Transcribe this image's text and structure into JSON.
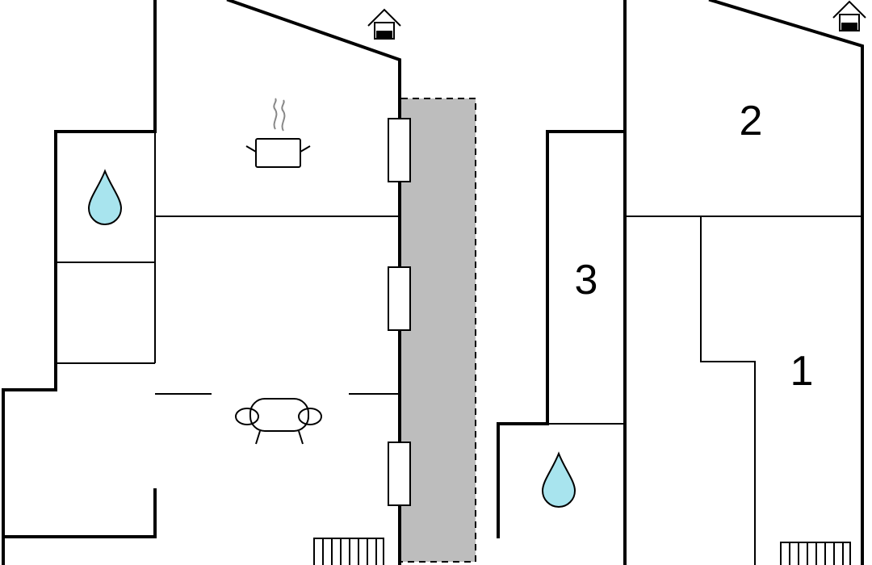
{
  "rooms": {
    "room1": "1",
    "room2": "2",
    "room3": "3"
  },
  "icons": {
    "kitchen": "cooking-pot-icon",
    "living": "sofa-icon",
    "bathroom": "water-drop-icon",
    "entrance": "house-entrance-icon",
    "stairs": "stairs-icon"
  },
  "colors": {
    "wall": "#000000",
    "terrace": "#bdbdbd",
    "water": "#a8e4ee",
    "background": "#ffffff"
  }
}
